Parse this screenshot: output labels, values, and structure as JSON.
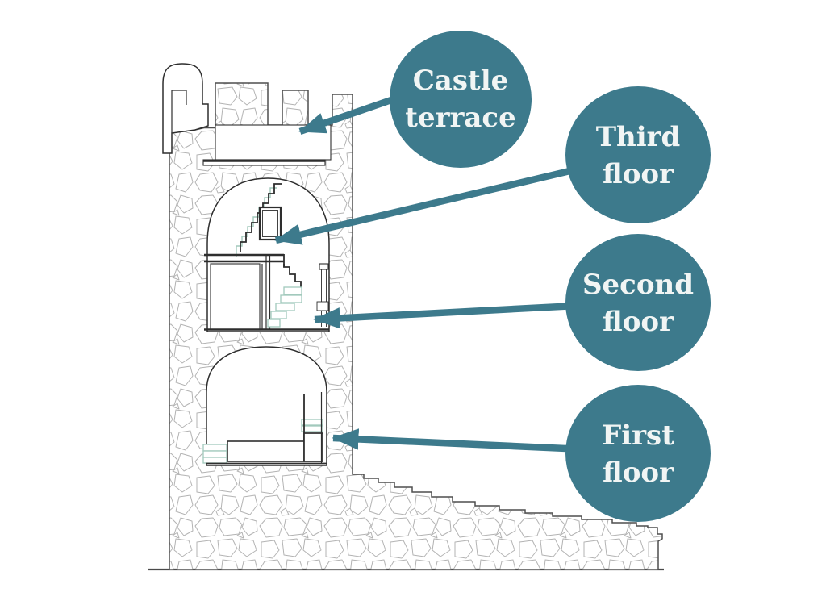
{
  "page": {
    "background_color": "#ffffff"
  },
  "diagram": {
    "subject": "Castle tower cross-section",
    "style": "architectural section drawing with rubble-stone wall texture",
    "accent_color": "#3d7a8c",
    "label_text_color": "#f1f5f4",
    "structure_line_color": "#2e2e2e",
    "stone_outline_color": "#b3b3b3",
    "stair_accent_color": "#a2c9bc",
    "callouts": [
      {
        "id": "castle-terrace",
        "line1": "Castle",
        "line2": "terrace"
      },
      {
        "id": "third-floor",
        "line1": "Third",
        "line2": "floor"
      },
      {
        "id": "second-floor",
        "line1": "Second",
        "line2": "floor"
      },
      {
        "id": "first-floor",
        "line1": "First",
        "line2": "floor"
      }
    ]
  }
}
